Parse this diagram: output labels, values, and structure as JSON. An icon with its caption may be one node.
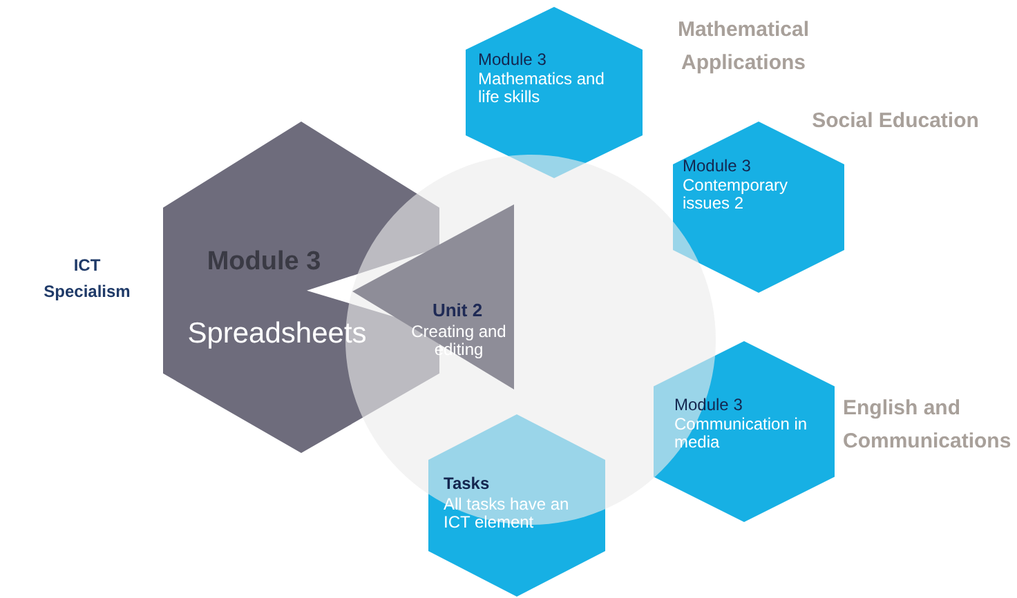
{
  "diagram": {
    "nodes": [
      {
        "text": [
          "Module 3",
          "Spreadsheets"
        ],
        "beside": [
          "ICT Specialism"
        ]
      },
      {
        "text": [],
        "shape": "circle"
      },
      {
        "text": [
          "Unit 2",
          "Creating and editing"
        ],
        "in": 1
      },
      {
        "text": [
          "Module 3",
          "Mathematics and life skills"
        ],
        "beside": [
          "Mathematical Applications"
        ]
      },
      {
        "text": [
          "Module 3",
          "Contemporary issues 2"
        ],
        "beside": [
          "Social Education"
        ]
      },
      {
        "text": [
          "Module 3",
          "Communication in media"
        ],
        "beside": [
          "English and Communications"
        ]
      },
      {
        "text": [
          "Tasks",
          "All tasks have an ICT element"
        ]
      }
    ]
  }
}
